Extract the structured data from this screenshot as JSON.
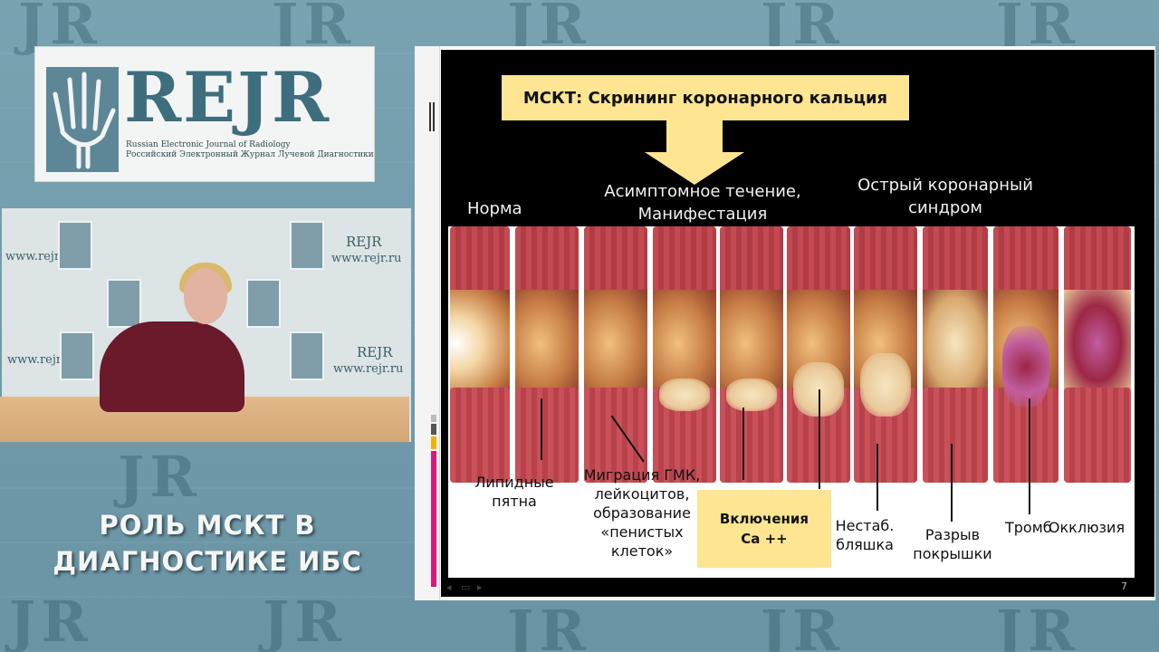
{
  "logo": {
    "title": "REJR",
    "subtitle_en": "Russian Electronic Journal of Radiology",
    "subtitle_ru": "Российский Электронный Журнал Лучевой Диагностики"
  },
  "background": {
    "tile_text": "JR"
  },
  "video": {
    "wall_logo": "REJR",
    "wall_url": "www.rejr.ru"
  },
  "overlay": {
    "line1": "РОЛЬ МСКТ В",
    "line2": "ДИАГНОСТИКЕ ИБС"
  },
  "slide": {
    "header": "МСКТ: Скрининг коронарного кальция",
    "stages": {
      "norm": "Норма",
      "asymptomatic_line1": "Асимптомное течение,",
      "asymptomatic_line2": "Манифестация",
      "acute_line1": "Острый коронарный",
      "acute_line2": "синдром"
    },
    "captions": {
      "lipid_line1": "Липидные",
      "lipid_line2": "пятна",
      "migration_line1": "Миграция ГМК,",
      "migration_line2": "лейкоцитов,",
      "migration_line3": "образование",
      "migration_line4": "«пенистых",
      "migration_line5": "клеток»",
      "ca_line1": "Включения",
      "ca_line2": "Ca ++",
      "unstable_line1": "Нестаб.",
      "unstable_line2": "бляшка",
      "rupture_line1": "Разрыв",
      "rupture_line2": "покрышки",
      "thrombus": "Тромб",
      "occlusion": "Окклюзия"
    },
    "page_number": "7"
  },
  "colors": {
    "header_fill": "#fde591",
    "background": "#6f99a8",
    "slide_bg": "#000000"
  }
}
